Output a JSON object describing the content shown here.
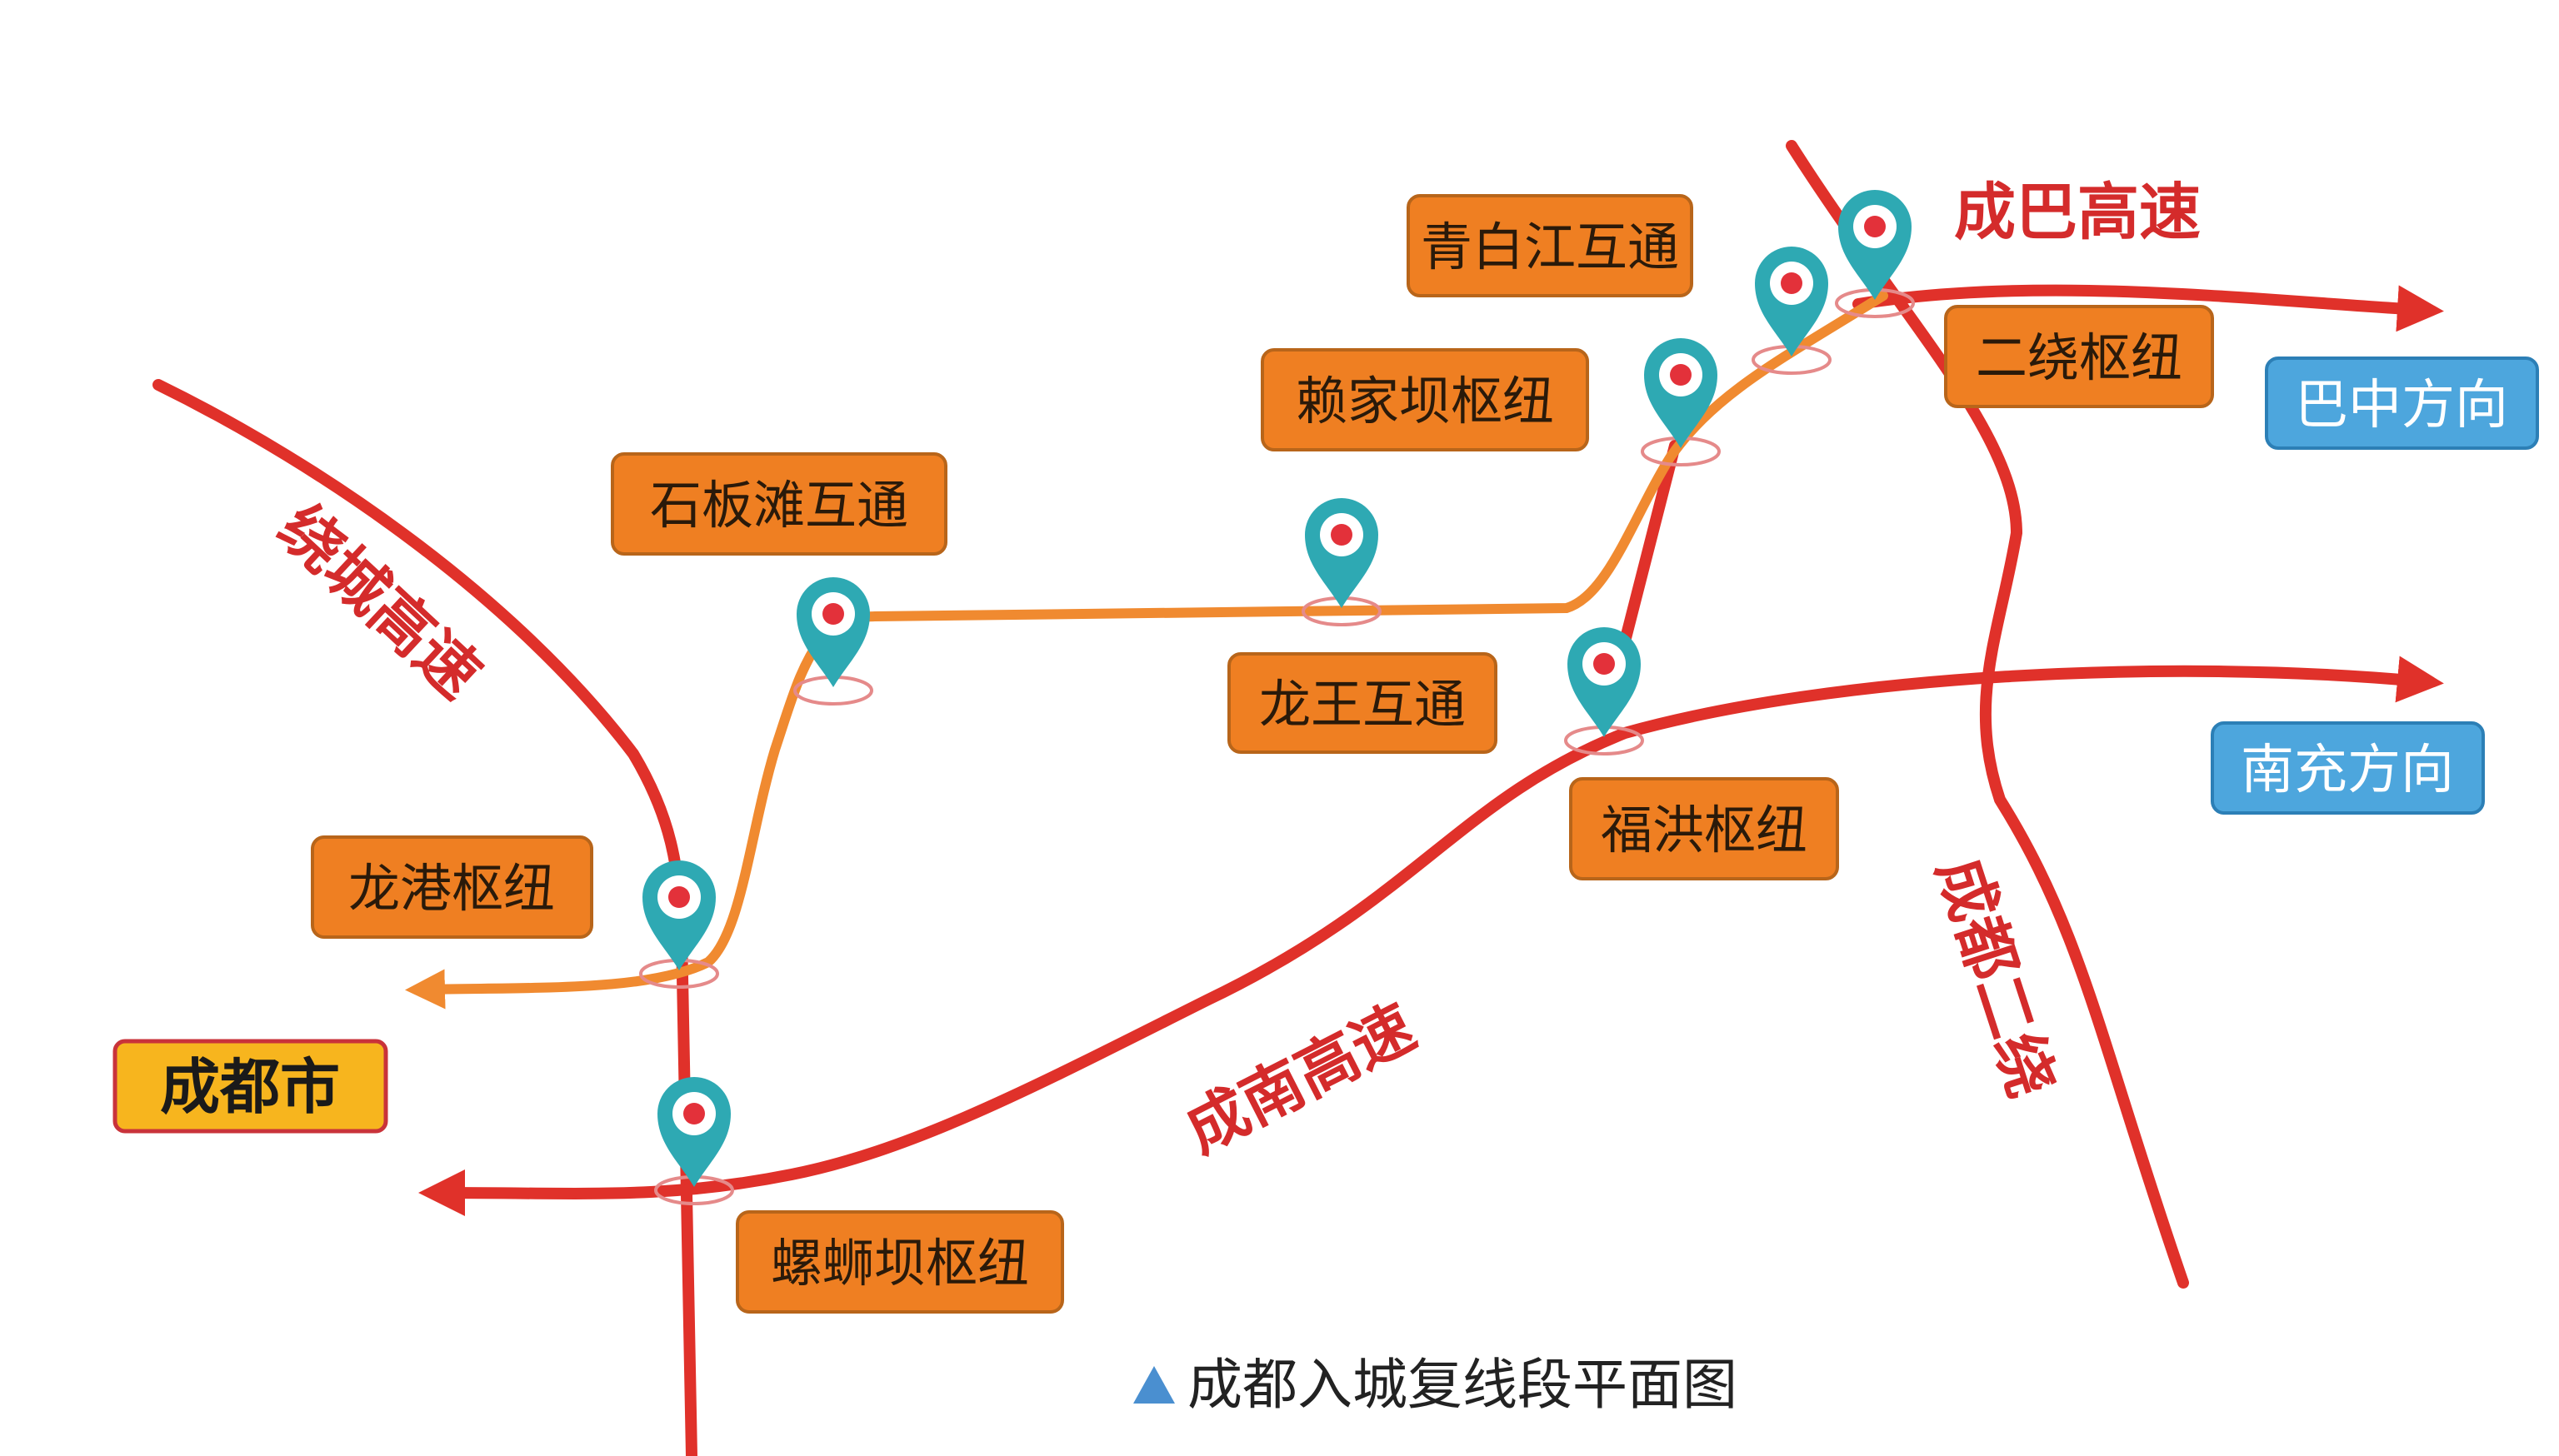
{
  "colors": {
    "expressway": "#e0312a",
    "new_line": "#f08a30",
    "box_fill": "#ef7f22",
    "box_border": "#b8651a",
    "direction_fill": "#4da6dd",
    "direction_border": "#2c7fb6",
    "city_fill": "#f7b51e",
    "city_border": "#c9333a",
    "marker": "#2ea9b3",
    "marker_dot": "#e3313a",
    "caption_triangle": "#4a8fd0"
  },
  "roads": {
    "chengba": "成巴高速",
    "raocheng": "绕城高速",
    "chengnan": "成南高速",
    "chengdu_erhuan": "成都二绕"
  },
  "nodes": {
    "qingbaijiang": "青白江互通",
    "erhuan_hub": "二绕枢纽",
    "laijiaba": "赖家坝枢纽",
    "shibantan": "石板滩互通",
    "longwang": "龙王互通",
    "fuhong": "福洪枢纽",
    "longgang": "龙港枢纽",
    "luosiba": "螺蛳坝枢纽"
  },
  "directions": {
    "bazhong": "巴中方向",
    "nanchong": "南充方向"
  },
  "city": "成都市",
  "caption": "成都入城复线段平面图",
  "icons": {
    "marker": "map-pin-icon",
    "caption": "triangle-up-icon"
  }
}
